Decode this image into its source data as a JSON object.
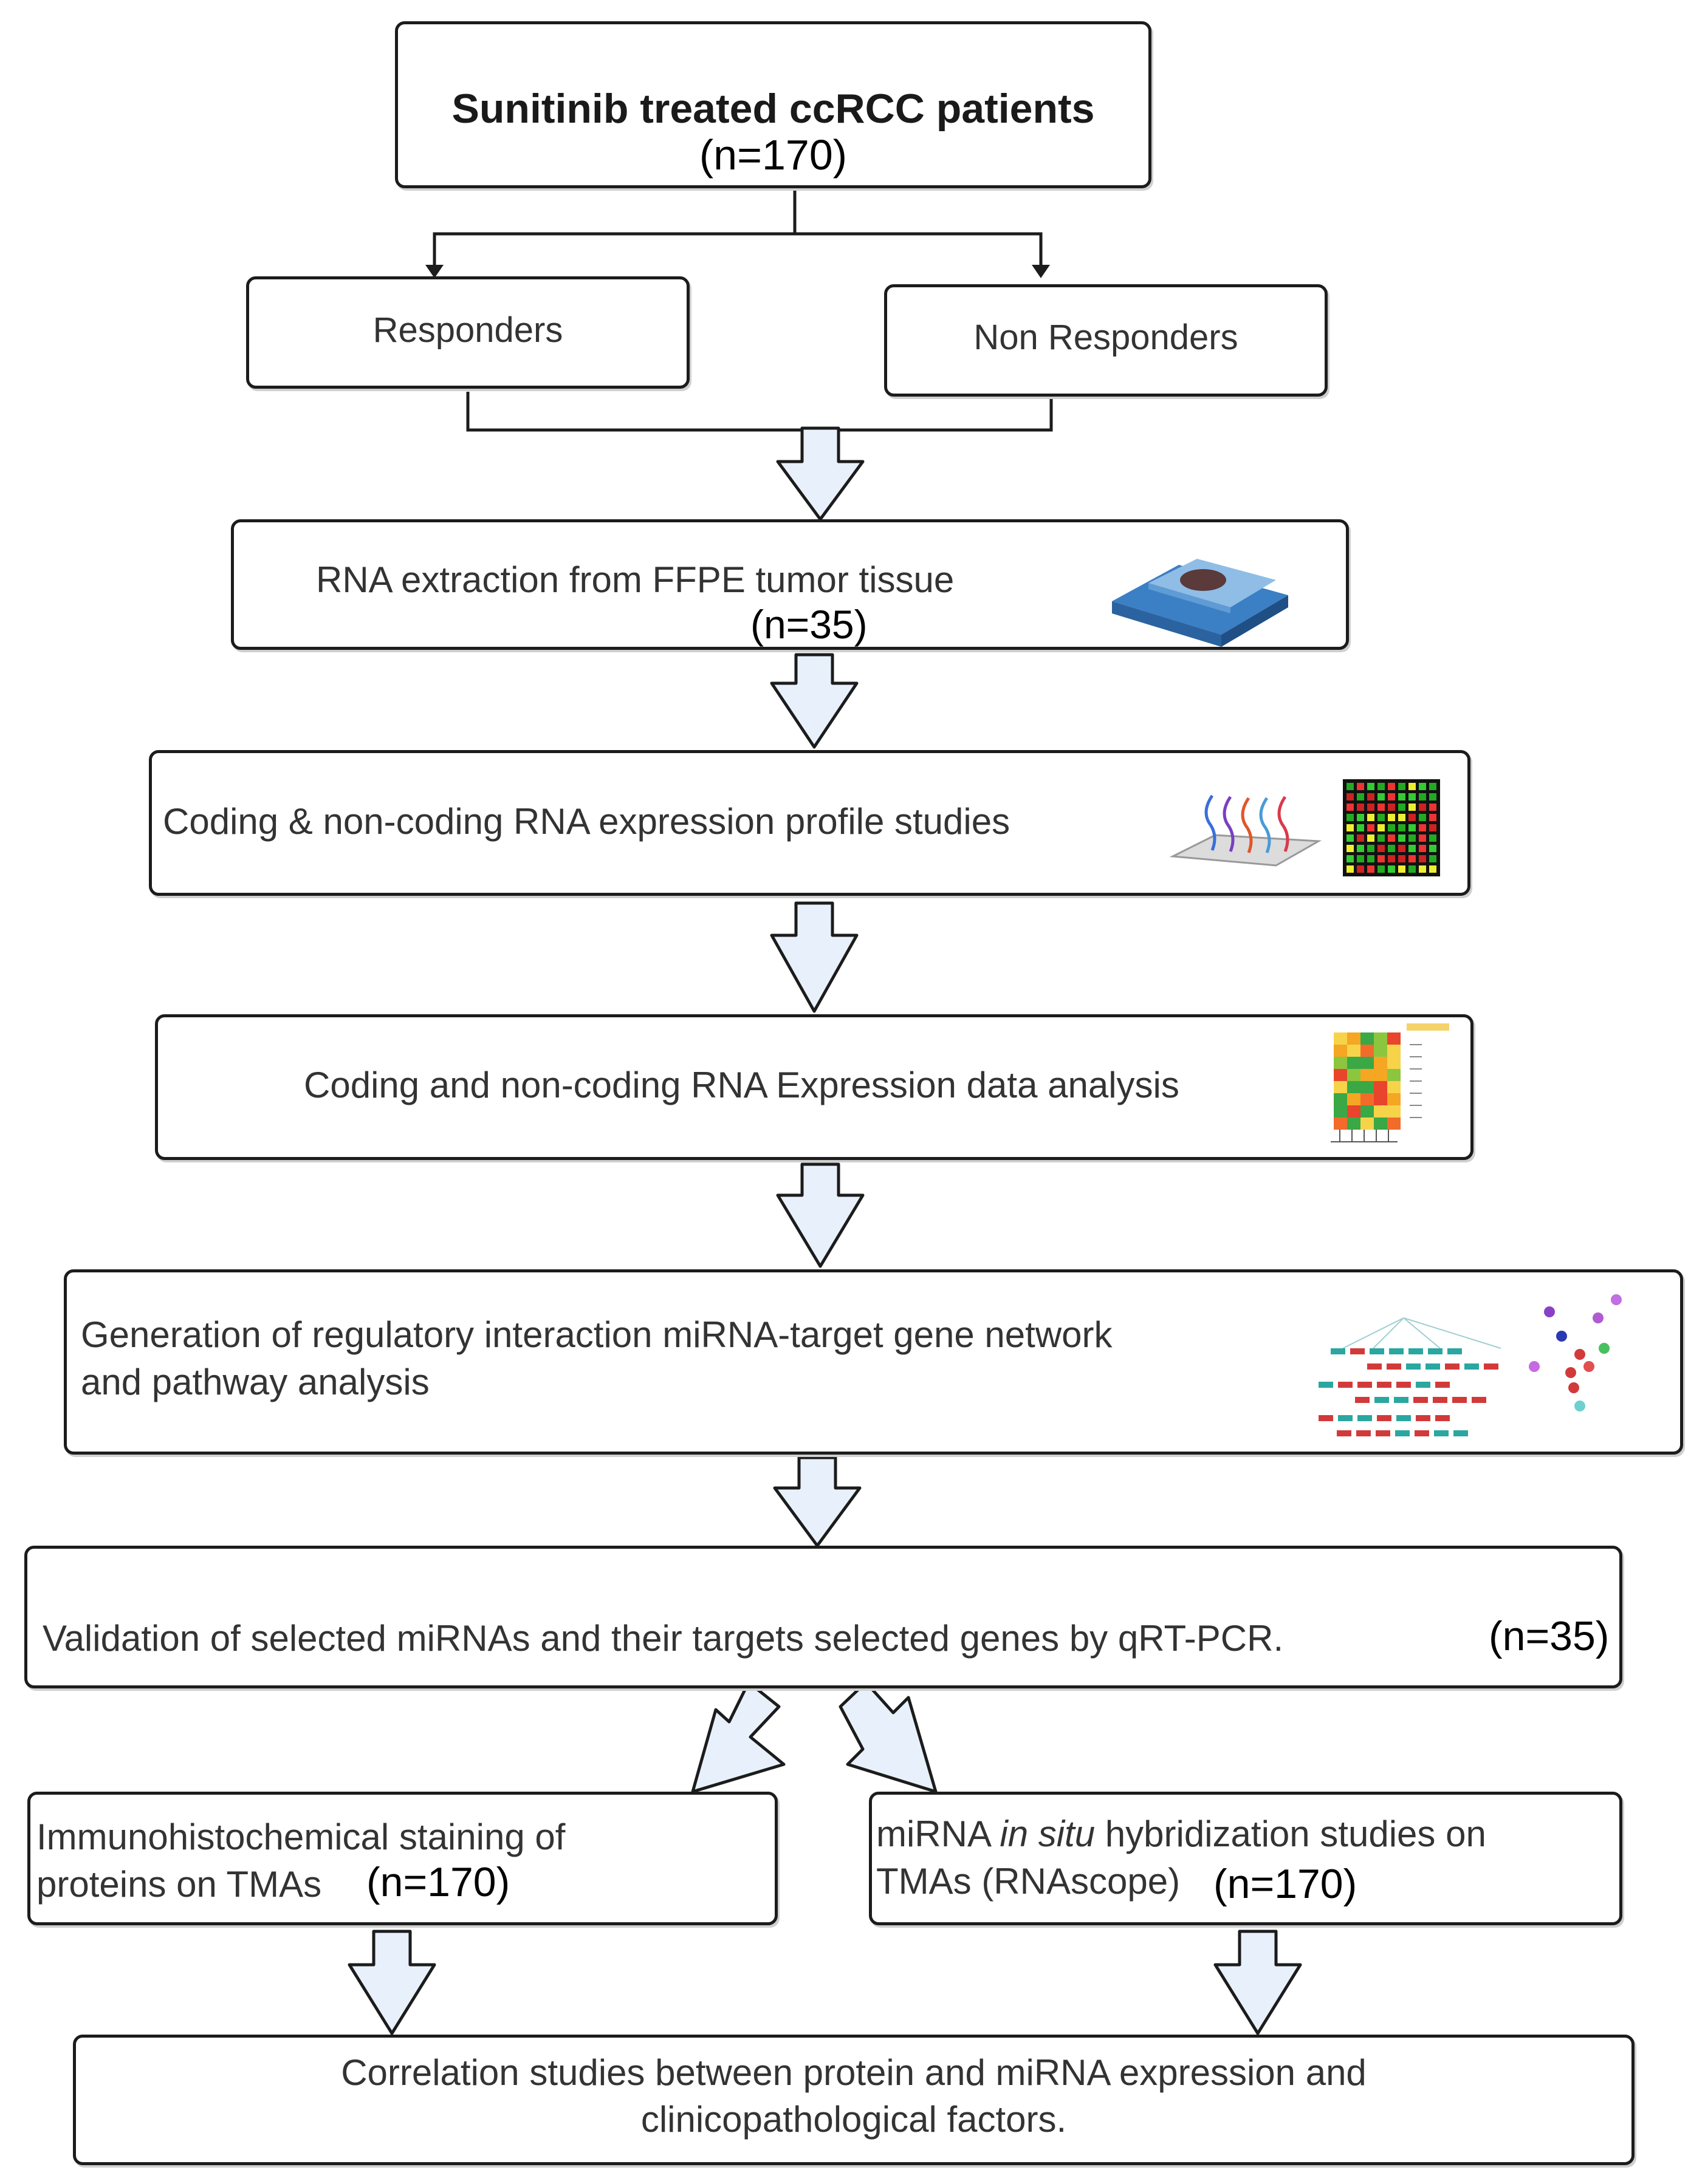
{
  "boxes": {
    "start": {
      "title": "Sunitinib treated ccRCC patients",
      "n": "(n=170)"
    },
    "responders": {
      "label": "Responders"
    },
    "non_responders": {
      "label": "Non Responders"
    },
    "rna_extraction": {
      "label": "RNA extraction from FFPE tumor tissue",
      "n": "(n=35)"
    },
    "profile": {
      "label": "Coding & non-coding RNA expression profile  studies"
    },
    "analysis": {
      "label": "Coding and non-coding RNA Expression data analysis"
    },
    "network": {
      "line1": "Generation of regulatory interaction miRNA-target gene network",
      "line2": "and pathway analysis"
    },
    "validation": {
      "label": "Validation of selected miRNAs and their targets selected genes by qRT-PCR.",
      "n": "(n=35)"
    },
    "ihc": {
      "line1": "Immunohistochemical staining of",
      "line2": "proteins on TMAs",
      "n": "(n=170)"
    },
    "ish": {
      "prefix": "miRNA ",
      "italic": "in situ",
      "suffix": " hybridization studies on",
      "line2": "TMAs (RNAscope)",
      "n": "(n=170)"
    },
    "correlation": {
      "line1": "Correlation studies between protein and miRNA expression and",
      "line2": "clinicopathological factors."
    }
  },
  "icons": [
    "tissue-slide-icon",
    "microarray-icon",
    "heatmap-icon",
    "gene-network-icon"
  ],
  "colors": {
    "arrow_fill": "#e8f1fb",
    "outline": "#1c1c1c",
    "slide_blue": "#4a8fd0"
  }
}
